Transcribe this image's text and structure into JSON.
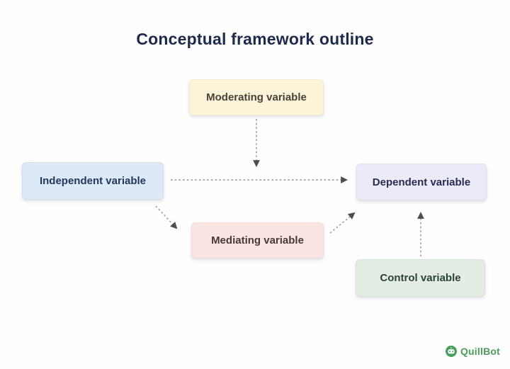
{
  "title": "Conceptual framework outline",
  "diagram": {
    "nodes": [
      {
        "id": "moderating",
        "label": "Moderating variable",
        "bg": "#fcf3d8",
        "text_color": "#474336"
      },
      {
        "id": "independent",
        "label": "Independent variable",
        "bg": "#dde9f7",
        "text_color": "#24375c"
      },
      {
        "id": "dependent",
        "label": "Dependent variable",
        "bg": "#ebeaf8",
        "text_color": "#2a2c4e"
      },
      {
        "id": "mediating",
        "label": "Mediating variable",
        "bg": "#fbe5e2",
        "text_color": "#4a3836"
      },
      {
        "id": "control",
        "label": "Control variable",
        "bg": "#e3ede4",
        "text_color": "#2e4336"
      }
    ],
    "connections": [
      {
        "from": "moderating",
        "to": "independent-dependent-arrow",
        "style": "dotted-arrow"
      },
      {
        "from": "independent",
        "to": "dependent",
        "style": "dotted-arrow"
      },
      {
        "from": "independent",
        "to": "mediating",
        "style": "dotted-arrow"
      },
      {
        "from": "mediating",
        "to": "dependent",
        "style": "dotted-arrow"
      },
      {
        "from": "control",
        "to": "dependent",
        "style": "dotted-arrow"
      }
    ],
    "arrow_color": "#8f8f8f",
    "arrowhead_color": "#4d4d4d"
  },
  "branding": {
    "logo_text": "QuillBot",
    "logo_color": "#4a9d5b",
    "logo_icon": "quillbot-robot-icon"
  }
}
